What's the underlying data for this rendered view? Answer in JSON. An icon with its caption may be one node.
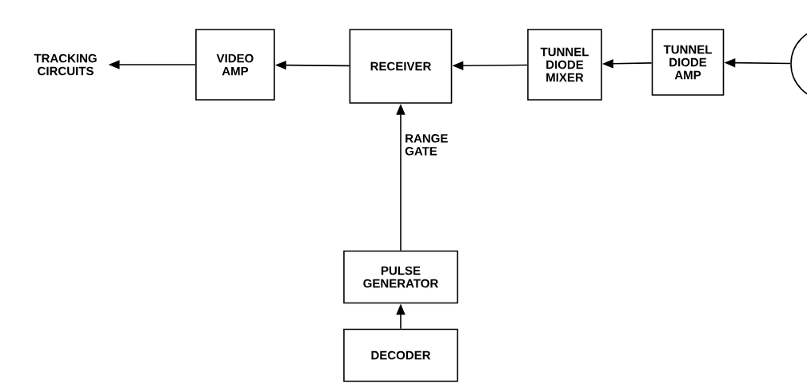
{
  "diagram": {
    "nodes": [
      {
        "text": [
          "TRACKING CIRCUITS"
        ]
      },
      {
        "text": [
          "VIDEO AMP"
        ]
      },
      {
        "text": [
          "RECEIVER"
        ]
      },
      {
        "text": [
          "TUNNEL DIODE MIXER"
        ]
      },
      {
        "text": [
          "TUNNEL DIODE AMP"
        ]
      },
      {
        "text": [],
        "shape": "circle"
      },
      {
        "text": [
          "PULSE GENERATOR"
        ]
      },
      {
        "text": [
          "DECODER"
        ]
      }
    ],
    "edges": [
      {
        "from": 5,
        "to": 4,
        "arrow": "to"
      },
      {
        "from": 4,
        "to": 3,
        "arrow": "to"
      },
      {
        "from": 3,
        "to": 2,
        "arrow": "to"
      },
      {
        "from": 2,
        "to": 1,
        "arrow": "to"
      },
      {
        "from": 1,
        "to": 0,
        "arrow": "to"
      },
      {
        "from": 6,
        "to": 2,
        "arrow": "to",
        "label": "RANGE GATE"
      },
      {
        "from": 7,
        "to": 6,
        "arrow": "to"
      }
    ]
  }
}
